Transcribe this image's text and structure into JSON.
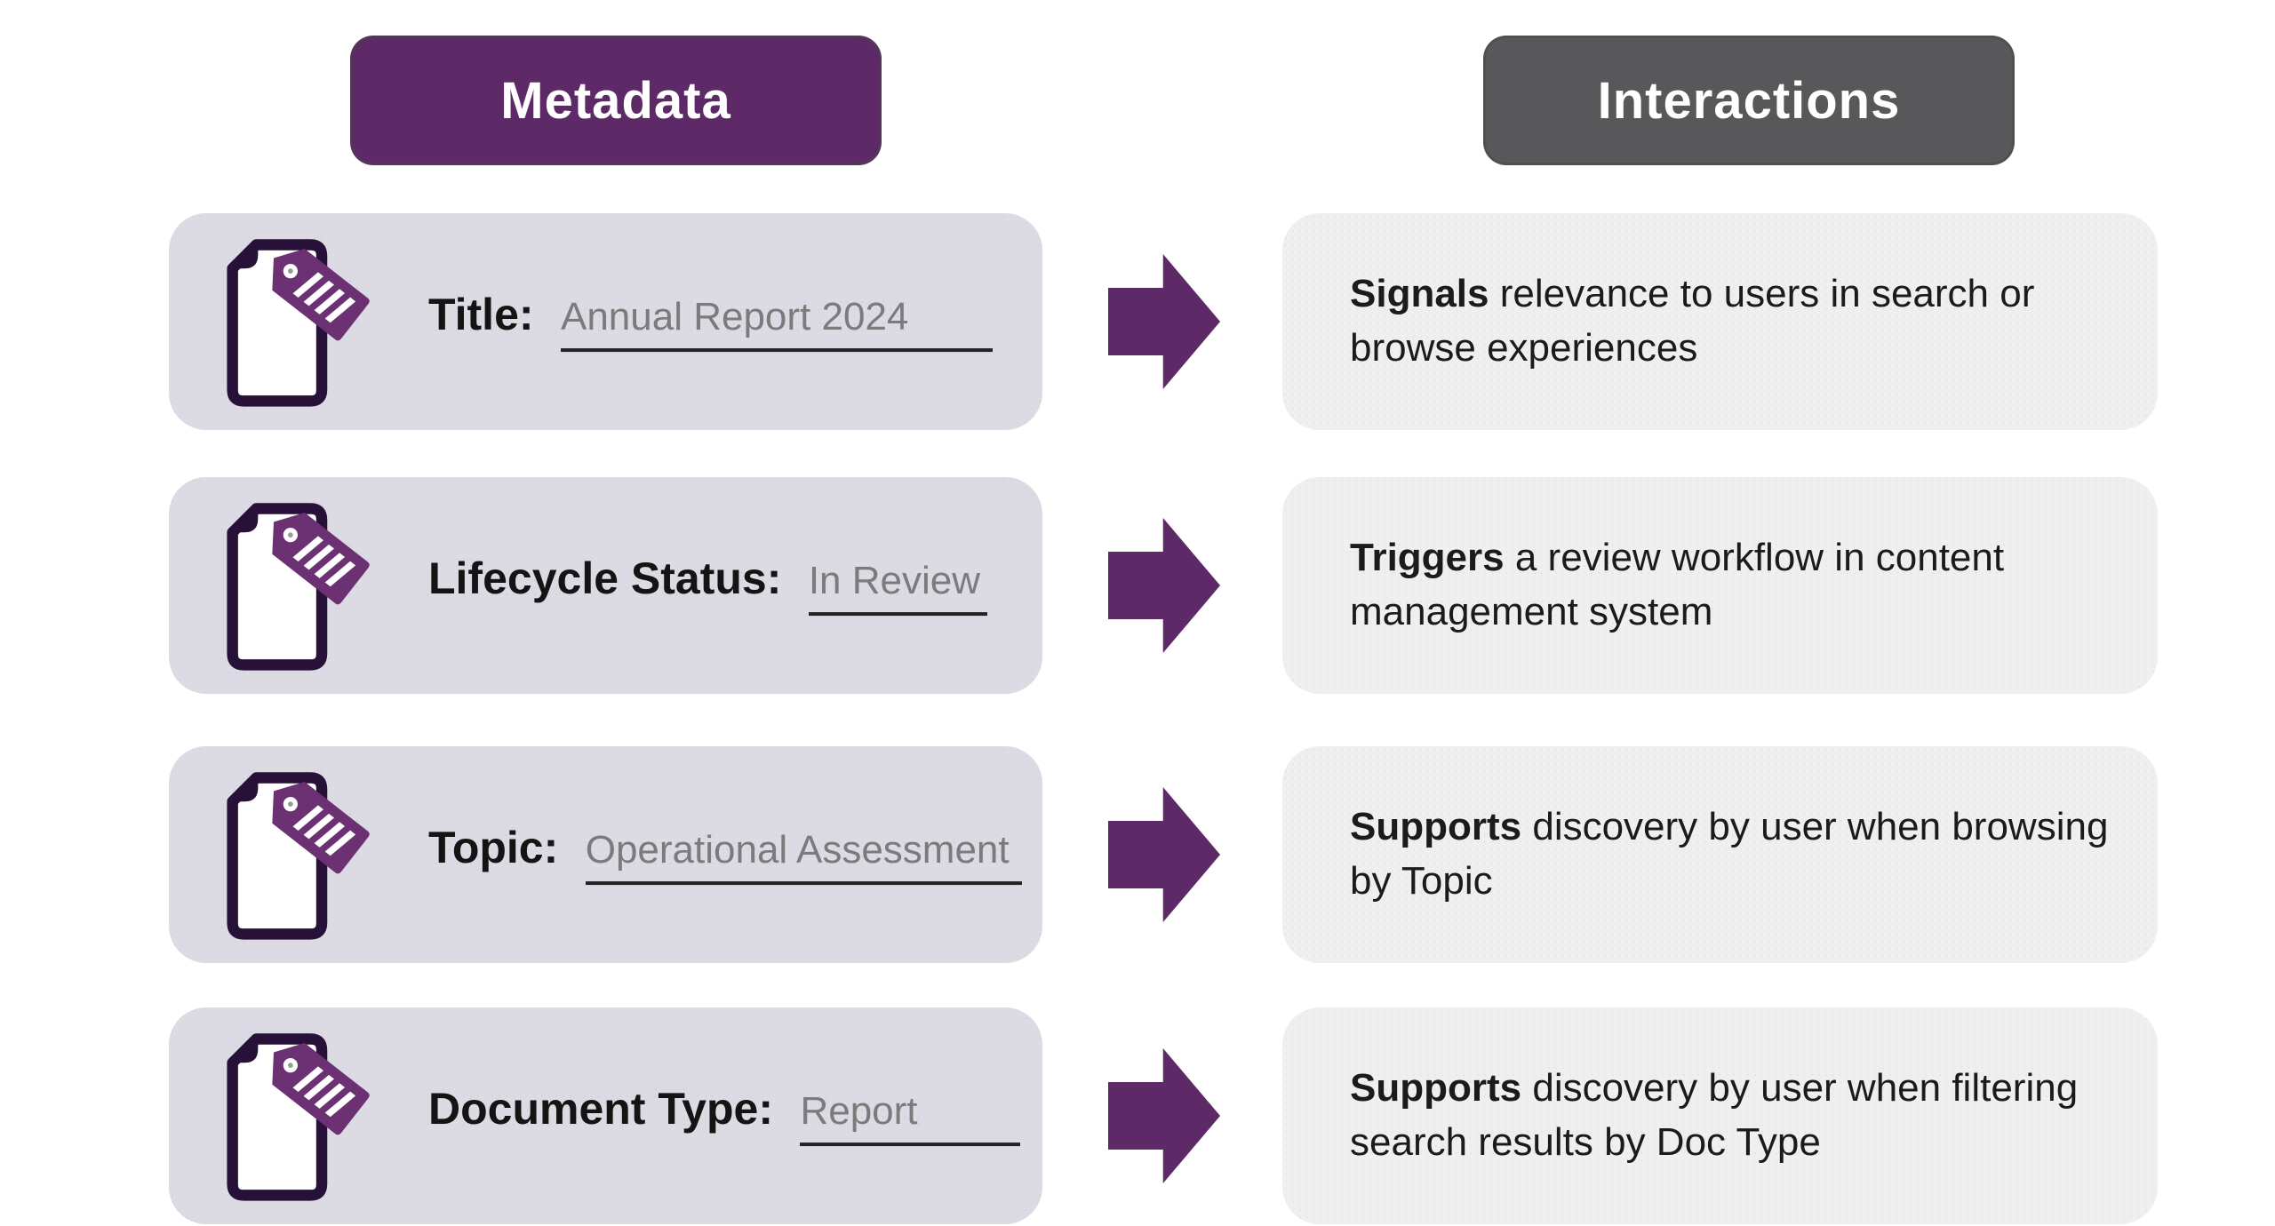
{
  "headers": {
    "left": "Metadata",
    "right": "Interactions"
  },
  "rows": [
    {
      "label": "Title:",
      "value": "Annual Report 2024",
      "interaction_bold": "Signals",
      "interaction_rest": "relevance to users in search or browse experiences"
    },
    {
      "label": "Lifecycle Status:",
      "value": "In Review",
      "interaction_bold": "Triggers",
      "interaction_rest": "a review workflow in content management system"
    },
    {
      "label": "Topic:",
      "value": "Operational Assessment",
      "interaction_bold": "Supports",
      "interaction_rest": "discovery by user when browsing by Topic"
    },
    {
      "label": "Document Type:",
      "value": "Report",
      "interaction_bold": "Supports",
      "interaction_rest": "discovery by user when filtering search results by Doc Type"
    }
  ],
  "icons": {
    "document_tag": "document page with purple price-tag label",
    "arrow": "right-pointing block arrow"
  },
  "colors": {
    "purple": "#5d2a67",
    "tag_purple": "#6b3173",
    "doc_outline": "#281138",
    "header_gray": "#58585a",
    "metadata_card_bg": "#dcdae3",
    "interaction_card_bg": "#efefef",
    "label_text": "#141414",
    "value_text": "#7b7b7b",
    "body_text": "#1b1b1b",
    "underline": "#232323"
  }
}
